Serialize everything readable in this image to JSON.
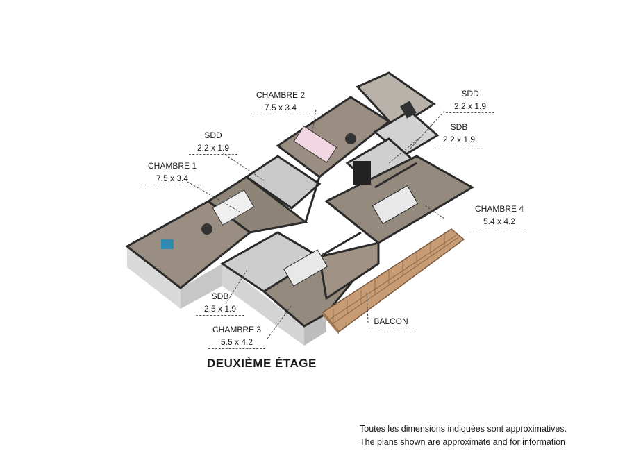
{
  "floor_title": "DEUXIÈME ÉTAGE",
  "rooms": {
    "chambre_2": {
      "name": "CHAMBRE 2",
      "dims": "7.5 x 3.4"
    },
    "sdd_top": {
      "name": "SDD",
      "dims": "2.2 x 1.9"
    },
    "sdb_top": {
      "name": "SDB",
      "dims": "2.2 x 1.9"
    },
    "sdd_left": {
      "name": "SDD",
      "dims": "2.2 x 1.9"
    },
    "chambre_1": {
      "name": "CHAMBRE 1",
      "dims": "7.5 x 3.4"
    },
    "chambre_4": {
      "name": "CHAMBRE 4",
      "dims": "5.4 x 4.2"
    },
    "sdb_bottom": {
      "name": "SDB",
      "dims": "2.5 x 1.9"
    },
    "chambre_3": {
      "name": "CHAMBRE 3",
      "dims": "5.5 x 4.2"
    },
    "balcon": {
      "name": "BALCON"
    }
  },
  "disclaimer": {
    "line_fr": "Toutes les dimensions indiquées sont approximatives.",
    "line_en": "The plans shown are approximate and for information"
  },
  "colors": {
    "wall": "#2b2b2b",
    "wall_face": "#d9d9d9",
    "floor_wood": "#9c8f82",
    "balcony_wood": "#c9a07a",
    "text": "#1a1a1a"
  }
}
